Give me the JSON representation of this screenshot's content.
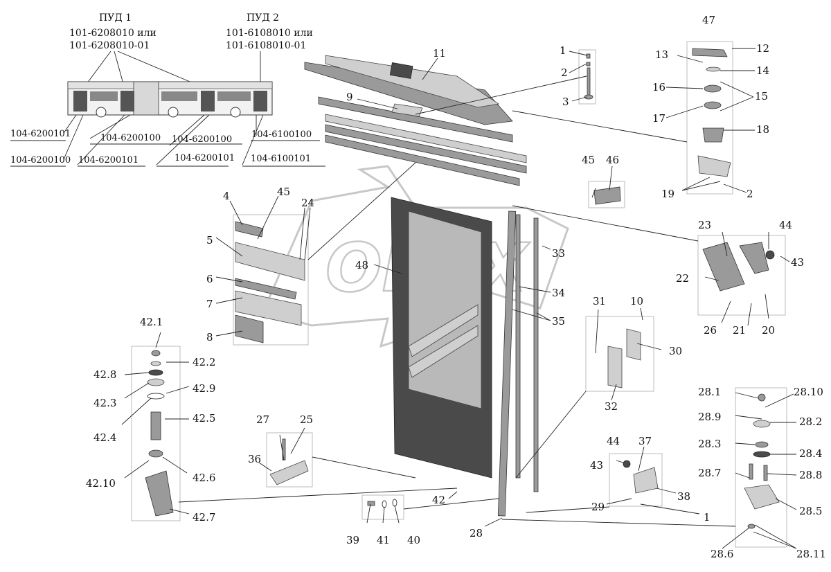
{
  "header": {
    "pud1_title": "ПУД 1",
    "pud1_code1": "101-6208010 или",
    "pud1_code2": "101-6208010-01",
    "pud2_title": "ПУД 2",
    "pud2_code1": "101-6108010 или",
    "pud2_code2": "101-6108010-01"
  },
  "bus_labels": {
    "l1": "104-6200101",
    "l2": "104-6200100",
    "l3": "104-6200101",
    "l4": "104-6200100",
    "l5": "104-6200100",
    "l6": "104-6200101",
    "l7": "104-6100100",
    "l8": "104-6100101"
  },
  "watermark": "OPEX",
  "callouts": {
    "c1a": "1",
    "c1b": "1",
    "c2a": "2",
    "c2b": "2",
    "c3": "3",
    "c4": "4",
    "c5": "5",
    "c6": "6",
    "c7": "7",
    "c8": "8",
    "c9": "9",
    "c10": "10",
    "c11": "11",
    "c12": "12",
    "c13": "13",
    "c14": "14",
    "c15": "15",
    "c16": "16",
    "c17": "17",
    "c18": "18",
    "c19": "19",
    "c20": "20",
    "c21": "21",
    "c22": "22",
    "c23": "23",
    "c24": "24",
    "c25": "25",
    "c26": "26",
    "c27": "27",
    "c28": "28",
    "c29": "29",
    "c30": "30",
    "c31": "31",
    "c32": "32",
    "c33": "33",
    "c34": "34",
    "c35": "35",
    "c36": "36",
    "c37": "37",
    "c38": "38",
    "c39": "39",
    "c40": "40",
    "c41": "41",
    "c42": "42",
    "c43a": "43",
    "c43b": "43",
    "c44a": "44",
    "c44b": "44",
    "c45a": "45",
    "c45b": "45",
    "c46": "46",
    "c47": "47",
    "c48": "48",
    "c42_1": "42.1",
    "c42_2": "42.2",
    "c42_3": "42.3",
    "c42_4": "42.4",
    "c42_5": "42.5",
    "c42_6": "42.6",
    "c42_7": "42.7",
    "c42_8": "42.8",
    "c42_9": "42.9",
    "c42_10": "42.10",
    "c28_1": "28.1",
    "c28_2": "28.2",
    "c28_3": "28.3",
    "c28_4": "28.4",
    "c28_5": "28.5",
    "c28_6": "28.6",
    "c28_7": "28.7",
    "c28_8": "28.8",
    "c28_9": "28.9",
    "c28_10": "28.10",
    "c28_11": "28.11"
  }
}
